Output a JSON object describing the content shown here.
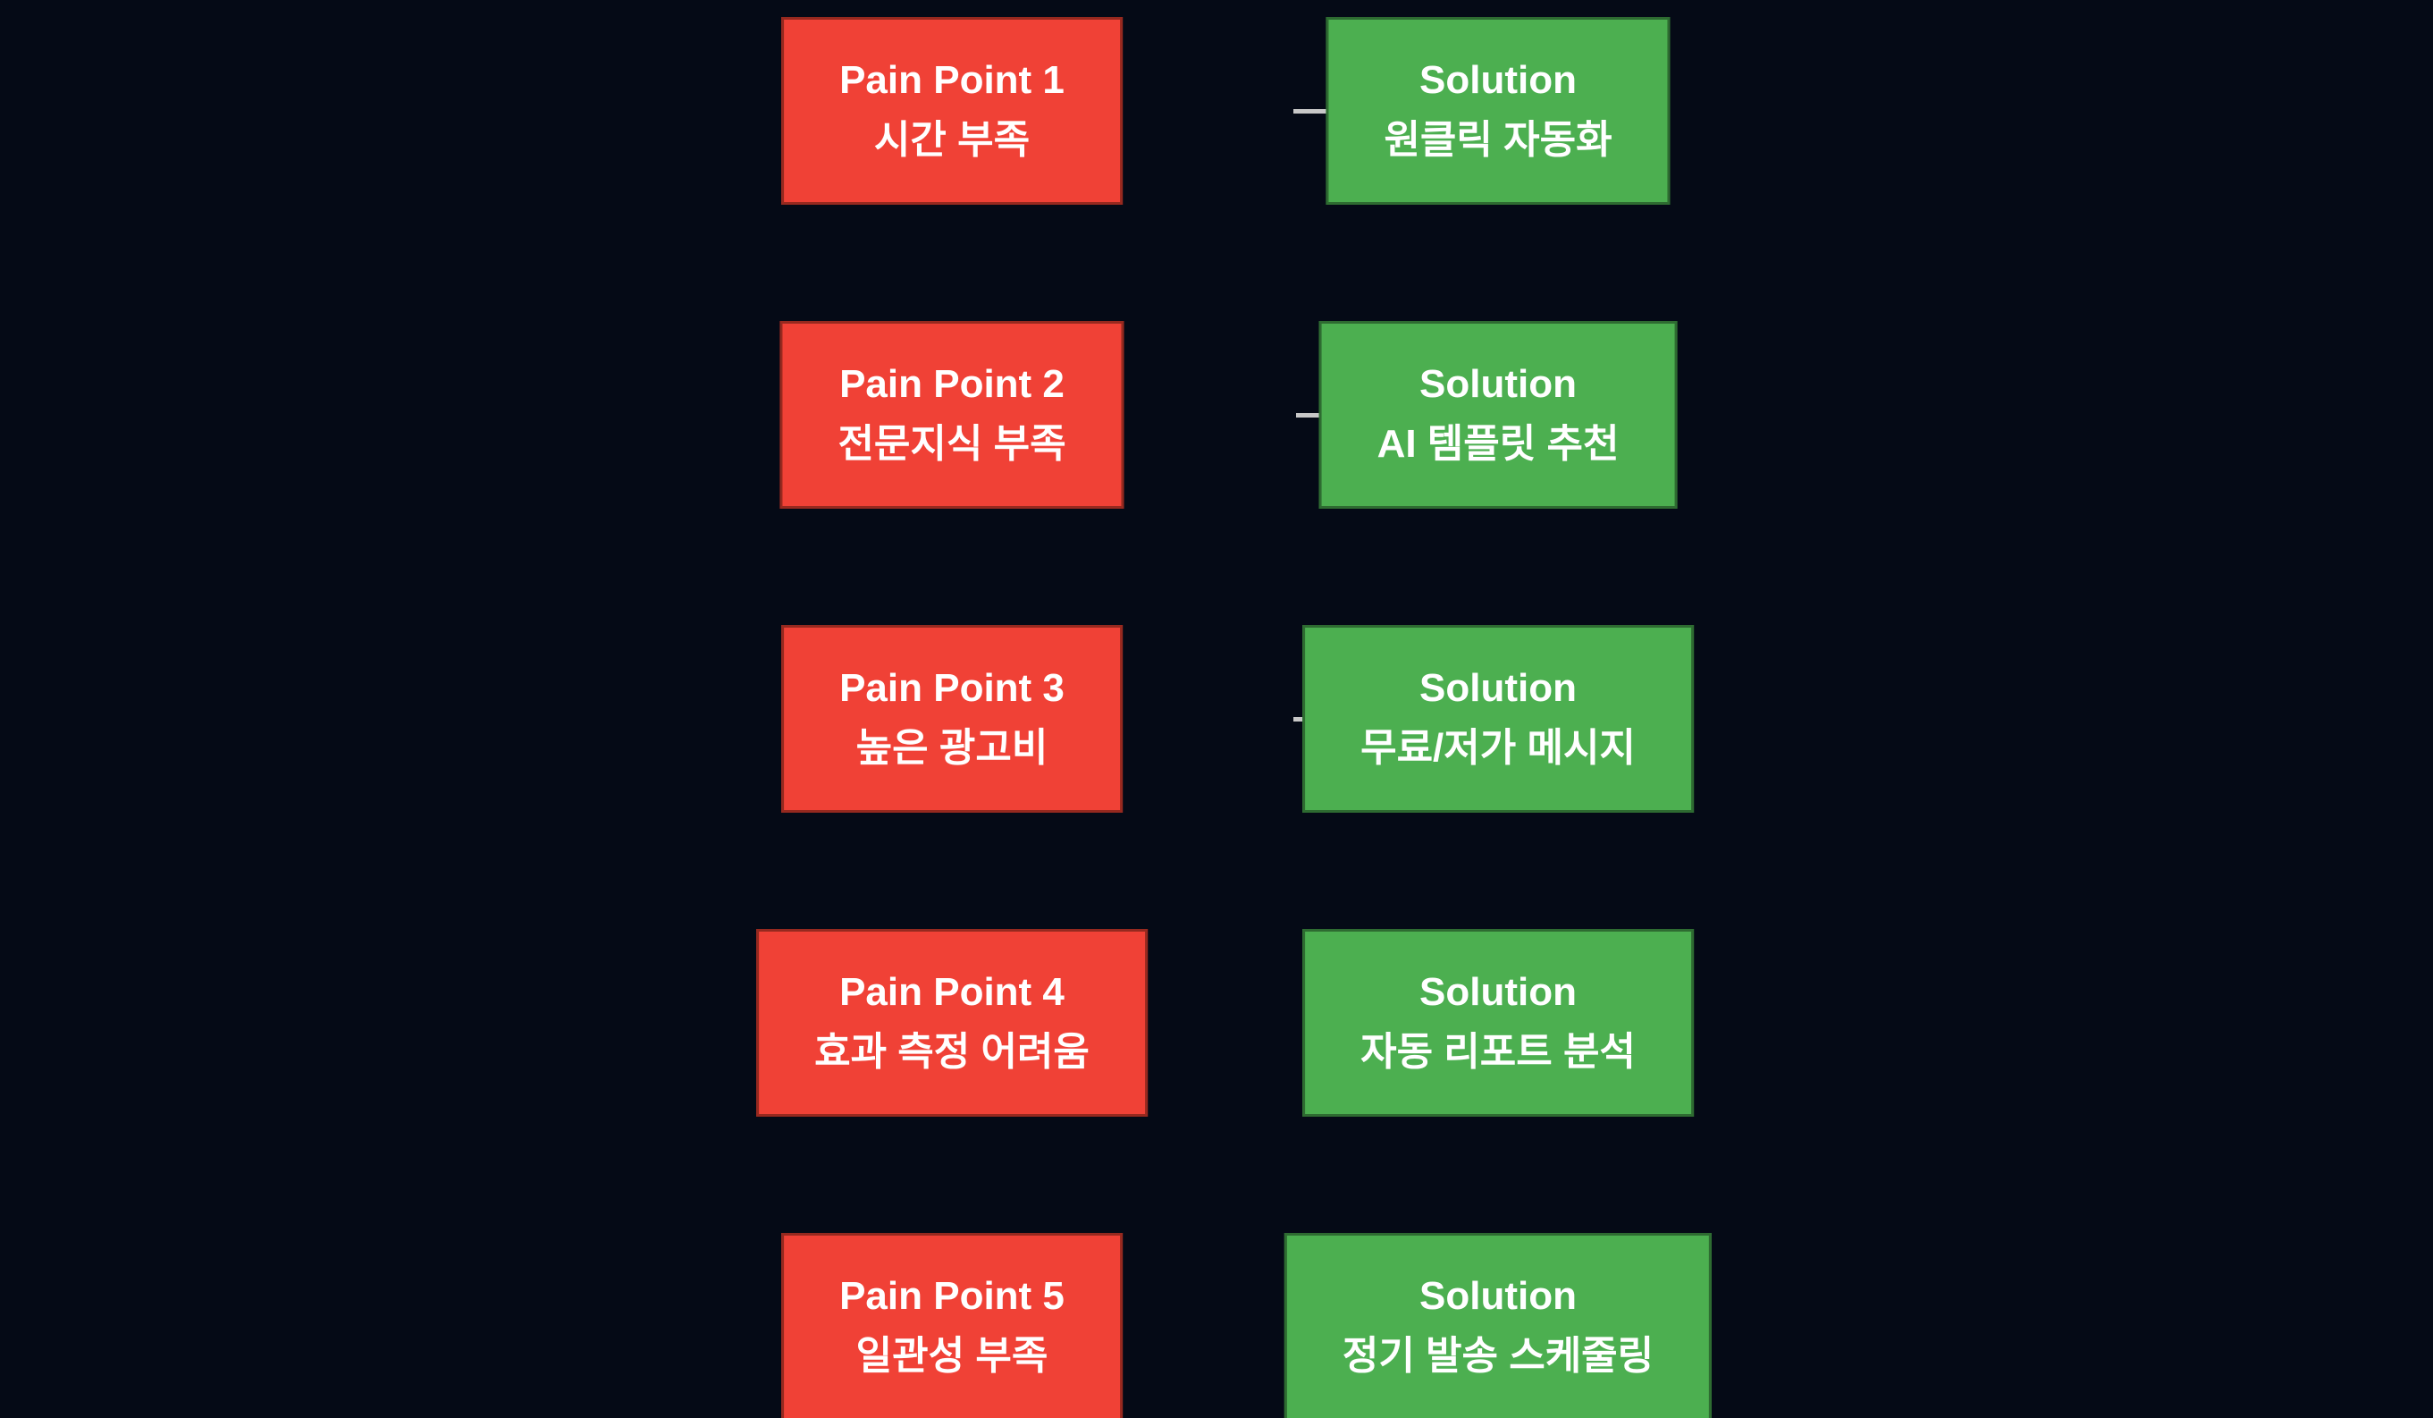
{
  "diagram": {
    "colors": {
      "background": "#050a16",
      "pain_fill": "#f04136",
      "pain_border": "#96291f",
      "solution_fill": "#4caf50",
      "solution_border": "#2e6b31",
      "arrow": "#c8c8c8",
      "text": "#ffffff"
    },
    "pairs": [
      {
        "pain": {
          "line1": "Pain Point 1",
          "line2": "시간 부족"
        },
        "solution": {
          "line1": "Solution",
          "line2": "원클릭 자동화"
        }
      },
      {
        "pain": {
          "line1": "Pain Point 2",
          "line2": "전문지식 부족"
        },
        "solution": {
          "line1": "Solution",
          "line2": "AI 템플릿 추천"
        }
      },
      {
        "pain": {
          "line1": "Pain Point 3",
          "line2": "높은 광고비"
        },
        "solution": {
          "line1": "Solution",
          "line2": "무료/저가 메시지"
        }
      },
      {
        "pain": {
          "line1": "Pain Point 4",
          "line2": "효과 측정 어려움"
        },
        "solution": {
          "line1": "Solution",
          "line2": "자동 리포트 분석"
        }
      },
      {
        "pain": {
          "line1": "Pain Point 5",
          "line2": "일관성 부족"
        },
        "solution": {
          "line1": "Solution",
          "line2": "정기 발송 스케줄링"
        }
      }
    ]
  }
}
